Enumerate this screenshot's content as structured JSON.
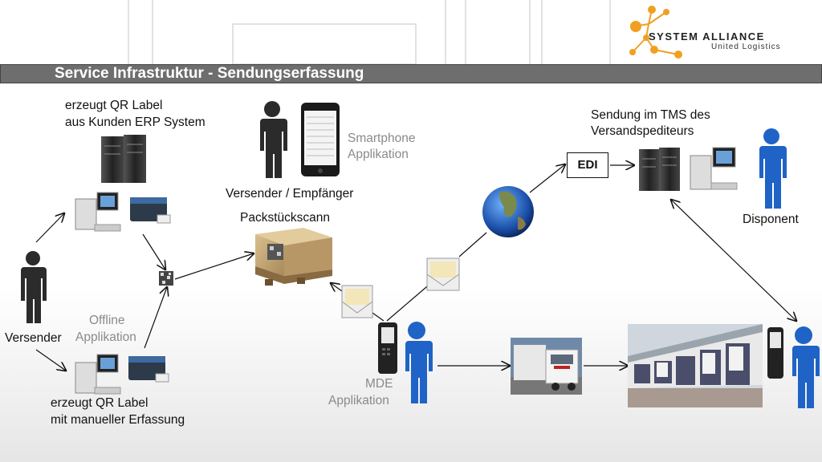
{
  "header": {
    "title": "Service Infrastruktur - Sendungserfassung",
    "logo_line1": "SYSTEM ALLIANCE",
    "logo_line2": "United Logistics"
  },
  "labels": {
    "erp_label_1": "erzeugt QR Label",
    "erp_label_2": "aus Kunden ERP System",
    "smartphone_1": "Smartphone",
    "smartphone_2": "Applikation",
    "sender_receiver": "Versender / Empfänger",
    "package_scan": "Packstückscann",
    "tms_1": "Sendung im TMS des",
    "tms_2": "Versandspediteurs",
    "edi": "EDI",
    "dispatcher": "Disponent",
    "sender": "Versender",
    "offline_1": "Offline",
    "offline_2": "Applikation",
    "manual_1": "erzeugt QR Label",
    "manual_2": "mit manueller Erfassung",
    "mde_1": "MDE",
    "mde_2": "Applikation"
  },
  "icons": {
    "person_dark": "#2b2b2b",
    "person_blue": "#1f63c6",
    "box": "#c8a978",
    "logo_accent": "#f0a020"
  }
}
